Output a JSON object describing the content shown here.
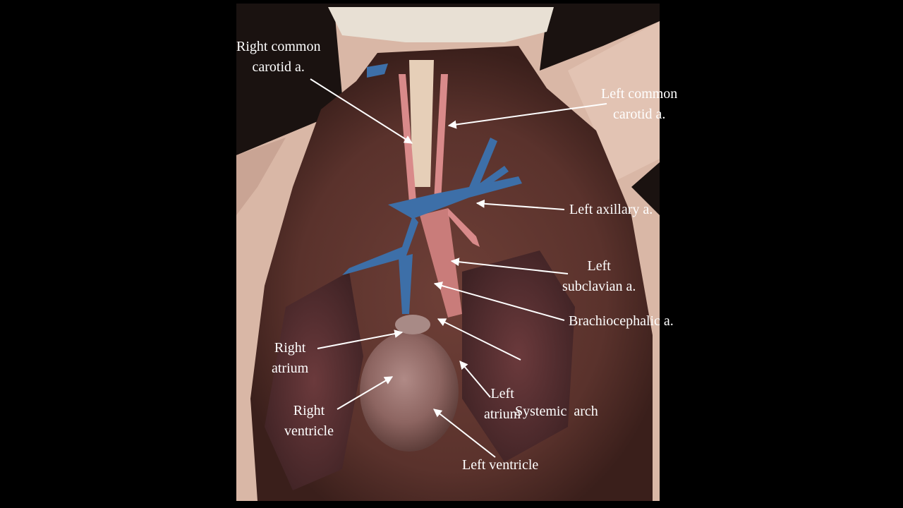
{
  "labels": {
    "right_common_carotid": [
      "Right common",
      "carotid a."
    ],
    "left_common_carotid": [
      "Left common",
      "carotid a."
    ],
    "left_axillary": [
      "Left axillary a."
    ],
    "left_subclavian": [
      "Left",
      "subclavian a."
    ],
    "brachiocephalic": [
      "Brachiocephalic a."
    ],
    "right_atrium": [
      "Right",
      "atrium"
    ],
    "systemic_arch": [
      "Systemic  arch"
    ],
    "left_atrium": [
      "Left",
      "atrium"
    ],
    "right_ventricle": [
      "Right",
      "ventricle"
    ],
    "left_ventricle": [
      "Left ventricle"
    ]
  },
  "colors": {
    "background": "#000000",
    "label_text": "#ffffff",
    "arrow": "#ffffff",
    "tissue": "#7a4a40",
    "vein_injected": "#3d6fa8",
    "artery_injected": "#d98a8a"
  }
}
